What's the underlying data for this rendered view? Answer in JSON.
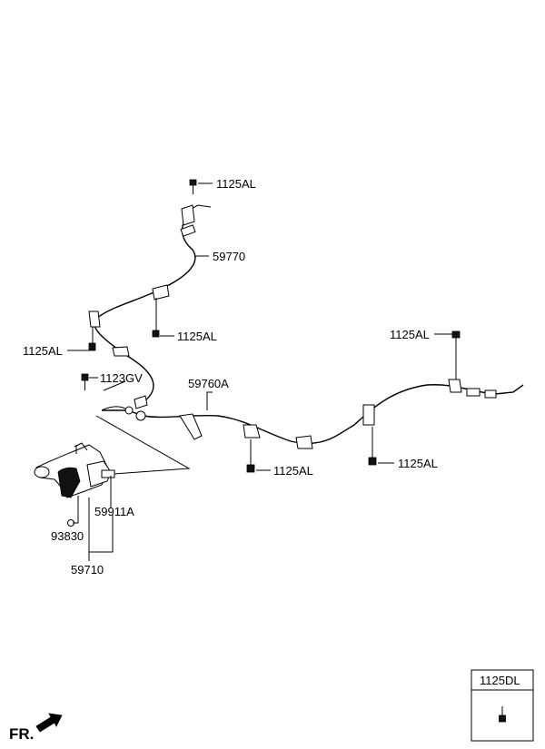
{
  "labels": {
    "bolt_top": "1125AL",
    "cable_front": "59770",
    "bolt_mid_right": "1125AL",
    "bolt_mid_left": "1125AL",
    "bolt_far_right": "1125AL",
    "bolt_lever": "1123GV",
    "cable_rear": "59760A",
    "bolt_rear_mid": "1125AL",
    "bolt_rear_right": "1125AL",
    "switch": "59911A",
    "grommet": "93830",
    "lever_assy": "59710"
  },
  "legend": {
    "title": "1125DL"
  },
  "direction_label": "FR."
}
